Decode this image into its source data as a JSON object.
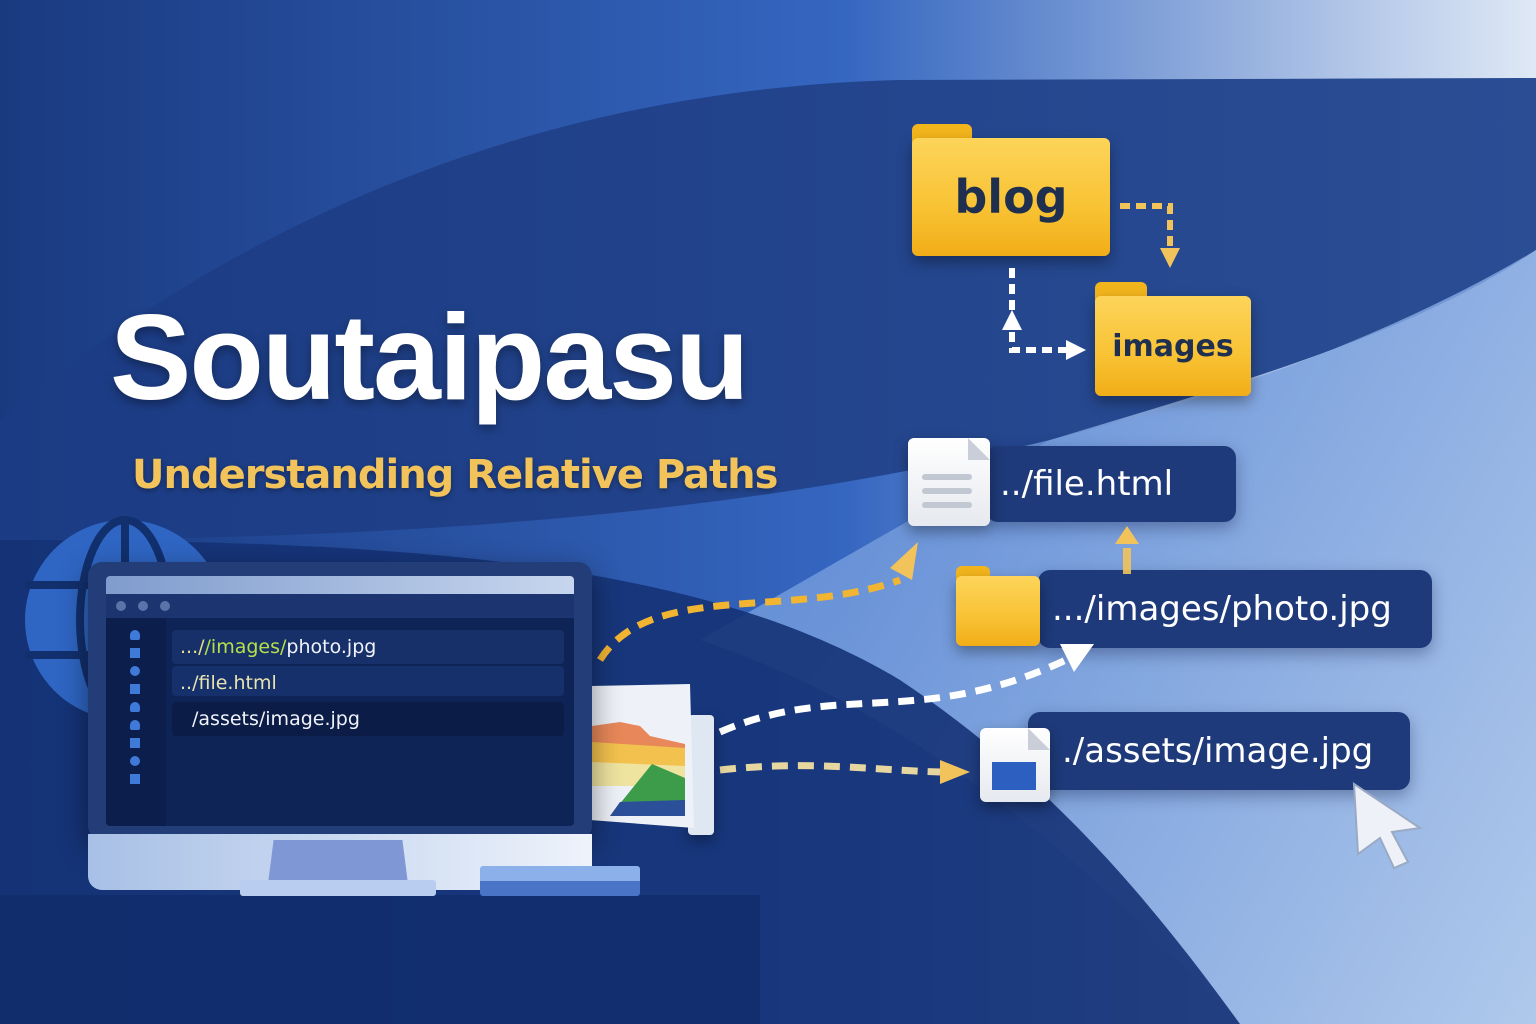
{
  "title": "Soutaipasu",
  "subtitle": "Understanding Relative Paths",
  "folders": {
    "parent": {
      "label": "blog"
    },
    "child": {
      "label": "images"
    }
  },
  "paths": [
    {
      "label": "../file.html",
      "icon": "document-icon"
    },
    {
      "label": ".../images/photo.jpg",
      "icon": "folder-icon"
    },
    {
      "label": "./assets/image.jpg",
      "icon": "image-file-icon"
    }
  ],
  "editor": {
    "lines": [
      {
        "prefix": ".../",
        "highlight": "/images/",
        "rest": "photo.jpg"
      },
      {
        "text": "../file.html"
      },
      {
        "text": "/assets/image.jpg"
      }
    ]
  },
  "colors": {
    "background_dark": "#1d3f86",
    "background_light": "#cfe0f5",
    "accent_yellow": "#f2c35a",
    "pill_bg": "#1e3a7a",
    "highlight_green": "#b5e04a"
  }
}
